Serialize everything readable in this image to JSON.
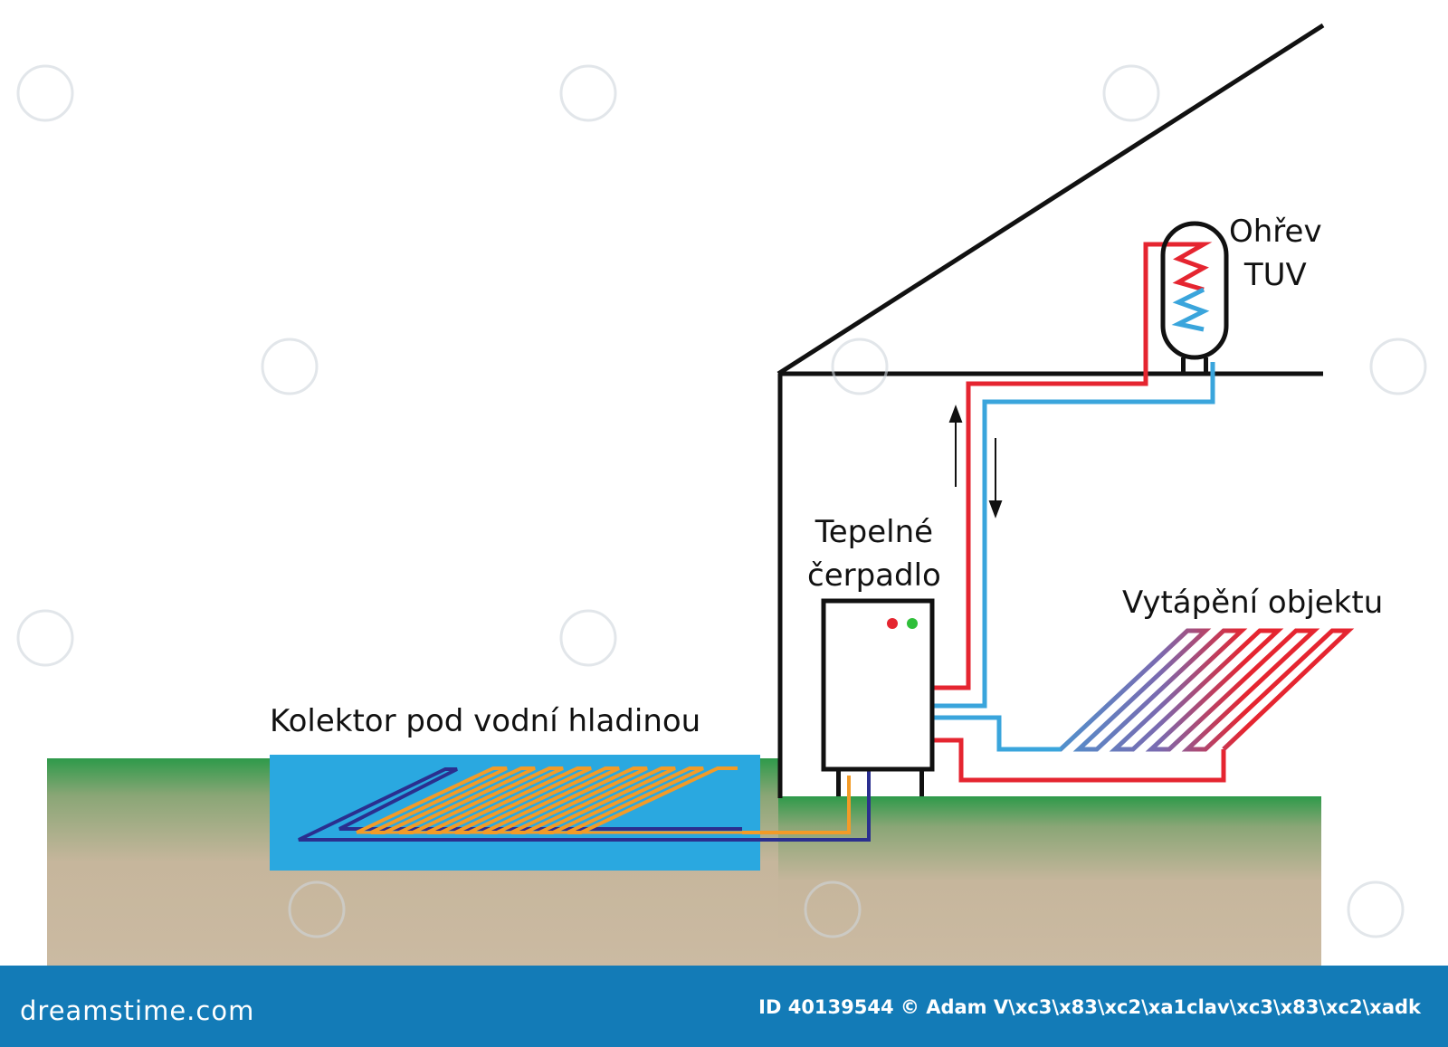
{
  "labels": {
    "tuv_line1": "Ohřev",
    "tuv_line2": "TUV",
    "heat_pump_line1": "Tepelné",
    "heat_pump_line2": "čerpadlo",
    "heating": "Vytápění objektu",
    "collector": "Kolektor pod vodní hladinou"
  },
  "footer": {
    "brand": "dreamstime.com",
    "credit": "ID 40139544 © Adam V\\xc3\\x83\\xc2\\xa1clav\\xc3\\x83\\xc2\\xadk"
  },
  "colors": {
    "hot_pipe": "#e52530",
    "cold_pipe": "#3aa5dc",
    "collector_pipe": "#f39b27",
    "collector_return": "#2a2f8f",
    "water": "#2aa8e0",
    "grass": "#2e9a4a",
    "soil": "#c8b8a0",
    "footer": "#137bb7"
  }
}
